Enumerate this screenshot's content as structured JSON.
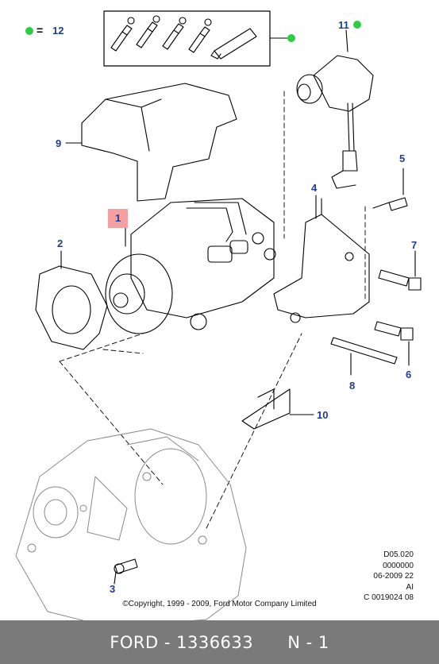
{
  "legend": {
    "number": "12",
    "equals": "=",
    "dot_color": "#2ecc40"
  },
  "callouts": {
    "c1": "1",
    "c2": "2",
    "c3": "3",
    "c4": "4",
    "c5": "5",
    "c6": "6",
    "c7": "7",
    "c8": "8",
    "c9": "9",
    "c10": "10",
    "c11": "11"
  },
  "callout_color": "#1f3a93",
  "highlight_color": "#f4a0a0",
  "meta": {
    "line1": "D05.020",
    "line2": "0000000",
    "line3": "06-2009 22",
    "line4": "AI",
    "line5": "C 0019024 08"
  },
  "copyright": "©Copyright, 1999 - 2009, Ford Motor Company Limited",
  "footer": {
    "brand": "FORD",
    "part_number": "1336633",
    "page": "N - 1",
    "separator": " - "
  },
  "footer_bg": "#7a7a7a"
}
